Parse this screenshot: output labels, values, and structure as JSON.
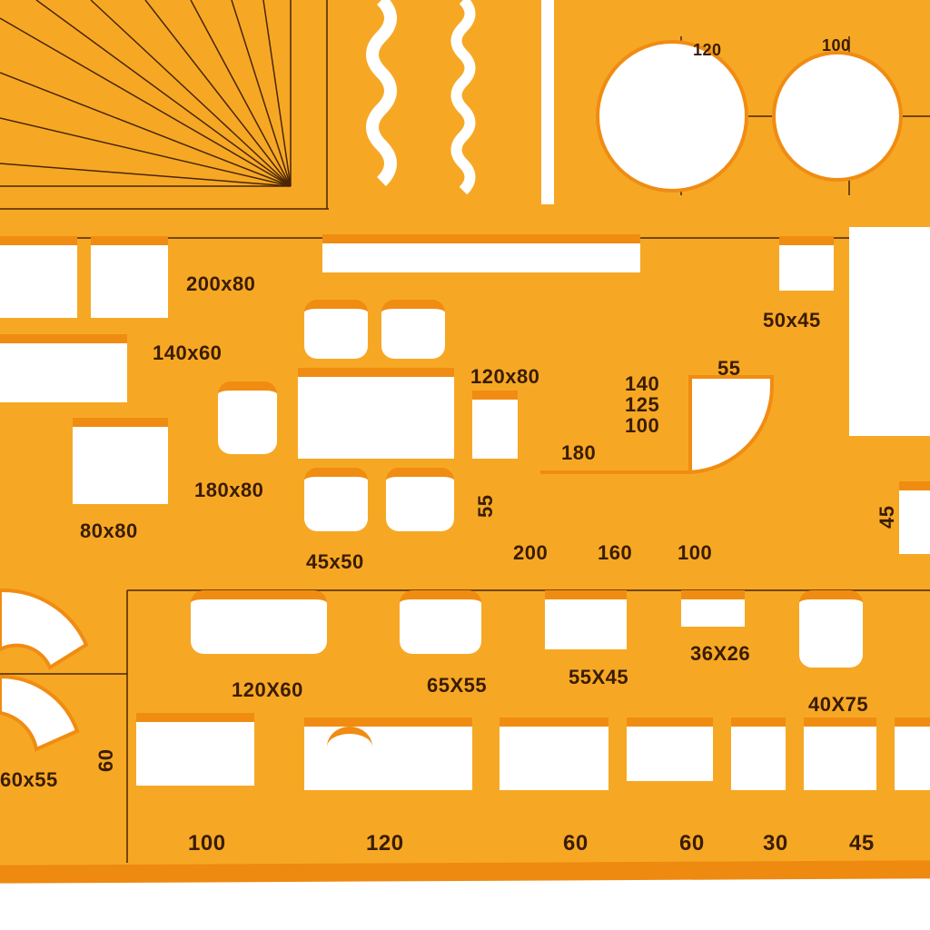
{
  "labels": {
    "l200x80": "200x80",
    "l140x60": "140x60",
    "l120x80": "120x80",
    "l180x80": "180x80",
    "l80x80": "80x80",
    "l45x50": "45x50",
    "l50x45": "50x45",
    "l55top": "55",
    "l140": "140",
    "l125": "125",
    "l100a": "100",
    "l180": "180",
    "l55side": "55",
    "l200": "200",
    "l160": "160",
    "l100b": "100",
    "l45side": "45",
    "l120x60": "120X60",
    "l65x55": "65X55",
    "l55x45": "55X45",
    "l36x26": "36X26",
    "l40x75": "40X75",
    "l60x55": "60x55",
    "l60side": "60",
    "c120": "120",
    "c100": "100"
  },
  "bottom_scale": [
    "100",
    "120",
    "60",
    "60",
    "30",
    "45"
  ],
  "colors": {
    "plate": "#F6A825",
    "edge": "#F08C12",
    "ink": "#3a1c02"
  }
}
